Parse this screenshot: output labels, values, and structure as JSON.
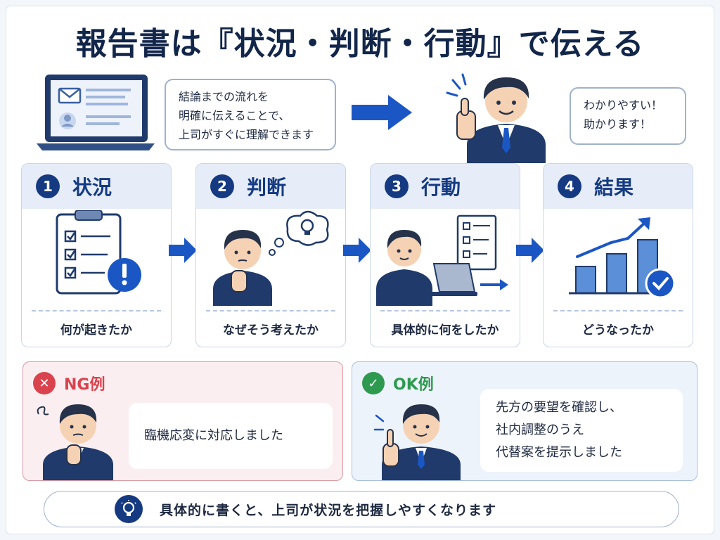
{
  "title": "報告書は『状況・判断・行動』で伝える",
  "top": {
    "bubble_lines": [
      "結論までの流れを",
      "明確に伝えることで、",
      "上司がすぐに理解できます"
    ],
    "boss_lines": [
      "わかりやすい！",
      "助かります！"
    ]
  },
  "steps": [
    {
      "num": "1",
      "title": "状況",
      "caption": "何が起きたか"
    },
    {
      "num": "2",
      "title": "判断",
      "caption": "なぜそう考えたか"
    },
    {
      "num": "3",
      "title": "行動",
      "caption": "具体的に何をしたか"
    },
    {
      "num": "4",
      "title": "結果",
      "caption": "どうなったか"
    }
  ],
  "ng": {
    "mark": "✕",
    "label": "NG例",
    "lines": [
      "臨機応変に対応しました"
    ]
  },
  "ok": {
    "mark": "✓",
    "label": "OK例",
    "lines": [
      "先方の要望を確認し、",
      "社内調整のうえ",
      "代替案を提示しました"
    ]
  },
  "footer": {
    "text": "具体的に書くと、上司が状況を把握しやすくなります"
  },
  "colors": {
    "navy": "#153a82",
    "accent_blue": "#1b57c4",
    "ng_red": "#d9434e",
    "ok_green": "#2e9a4f"
  },
  "icons": {
    "laptop": "laptop-email-icon",
    "boss": "thumbs-up-person-icon",
    "clipboard": "clipboard-checklist-icon",
    "thinking": "thinking-person-icon",
    "working": "person-laptop-icon",
    "chart": "rising-bar-chart-icon",
    "bulb": "lightbulb-icon"
  }
}
